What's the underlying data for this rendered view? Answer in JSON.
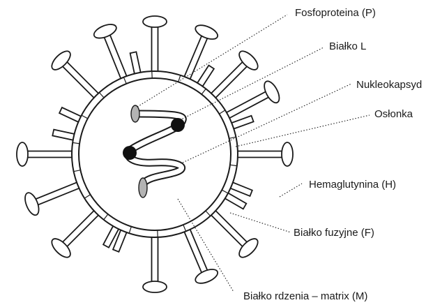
{
  "diagram": {
    "labels": [
      {
        "id": "fosfoproteina",
        "text": "Fosfoproteina (P)"
      },
      {
        "id": "bialko-l",
        "text": "Białko L"
      },
      {
        "id": "nukleokapsyd",
        "text": "Nukleokapsyd"
      },
      {
        "id": "oslonka",
        "text": "Osłonka"
      },
      {
        "id": "hemaglutynina",
        "text": "Hemaglutynina (H)"
      },
      {
        "id": "bialko-fuzyjne",
        "text": "Białko fuzyjne (F)"
      },
      {
        "id": "bialko-matrix",
        "text": "Białko rdzenia – matrix (M)"
      }
    ],
    "colors": {
      "stroke": "#1a1a1a",
      "fill": "#ffffff",
      "phosphoprotein": "#b3b3b3",
      "l_protein": "#111111"
    }
  }
}
